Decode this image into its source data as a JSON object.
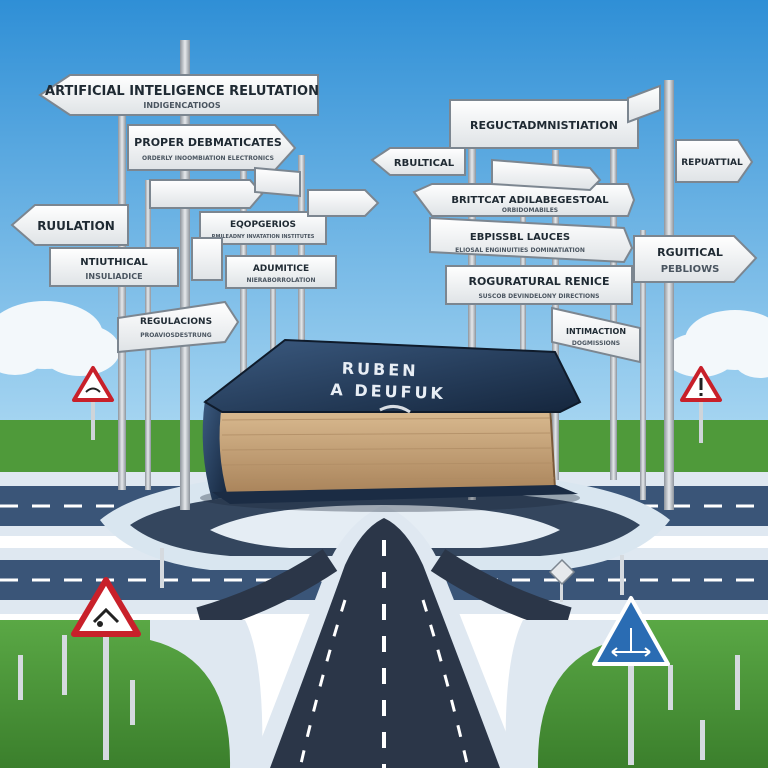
{
  "scene": {
    "colors": {
      "sky_top": "#2f8fd6",
      "sky_bottom": "#a9d7f2",
      "grass": "#4f9a3a",
      "road": "#2e3a4c",
      "sign_face": "#f4f4f2",
      "pole": "#b9c0c8",
      "book_cover": "#1e3350",
      "book_pages": "#c8a47a"
    },
    "book": {
      "title_line1": "RUBEN",
      "title_line2": "A DEUFUK"
    },
    "signs_left": [
      {
        "text": "ARTIFICIAL INTELIGENCE RELUTATION",
        "sub": "INDIGENCATIOOS"
      },
      {
        "text": "PROPER DEBMATICATES",
        "sub": "ORDERLY INOOMBIATION ELECTRONICS"
      },
      {
        "text": "RUULATION",
        "sub": ""
      },
      {
        "text": "NTIUTHICAL",
        "sub": "INSULIADICE"
      },
      {
        "text": "EQOPGERIOS",
        "sub": "RMILEADNY INVATATION INSTITUTES"
      },
      {
        "text": "ADUMITICE",
        "sub": "NIERABORROLATION"
      },
      {
        "text": "REGULACIONS",
        "sub": "PROAVIOSDESTRUNG"
      }
    ],
    "signs_right": [
      {
        "text": "REGUCTADMNISTIATION",
        "sub": ""
      },
      {
        "text": "RBULTICAL",
        "sub": ""
      },
      {
        "text": "REPUATTIAL",
        "sub": ""
      },
      {
        "text": "BRITTCAT ADILABEGESTOAL",
        "sub": "ORBIDOMABILES"
      },
      {
        "text": "EBPISSBL LAUCES",
        "sub": "ELIOSAL ENGINUITIES DOMINATIATION"
      },
      {
        "text": "RGUITICAL",
        "sub": "PEBLIOWS"
      },
      {
        "text": "ROGURATURAL RENICE",
        "sub": "SUSCOB DEVINDELONY DIRECTIONS"
      },
      {
        "text": "INTIMACTION",
        "sub": "DOGMISSIONS"
      }
    ]
  }
}
